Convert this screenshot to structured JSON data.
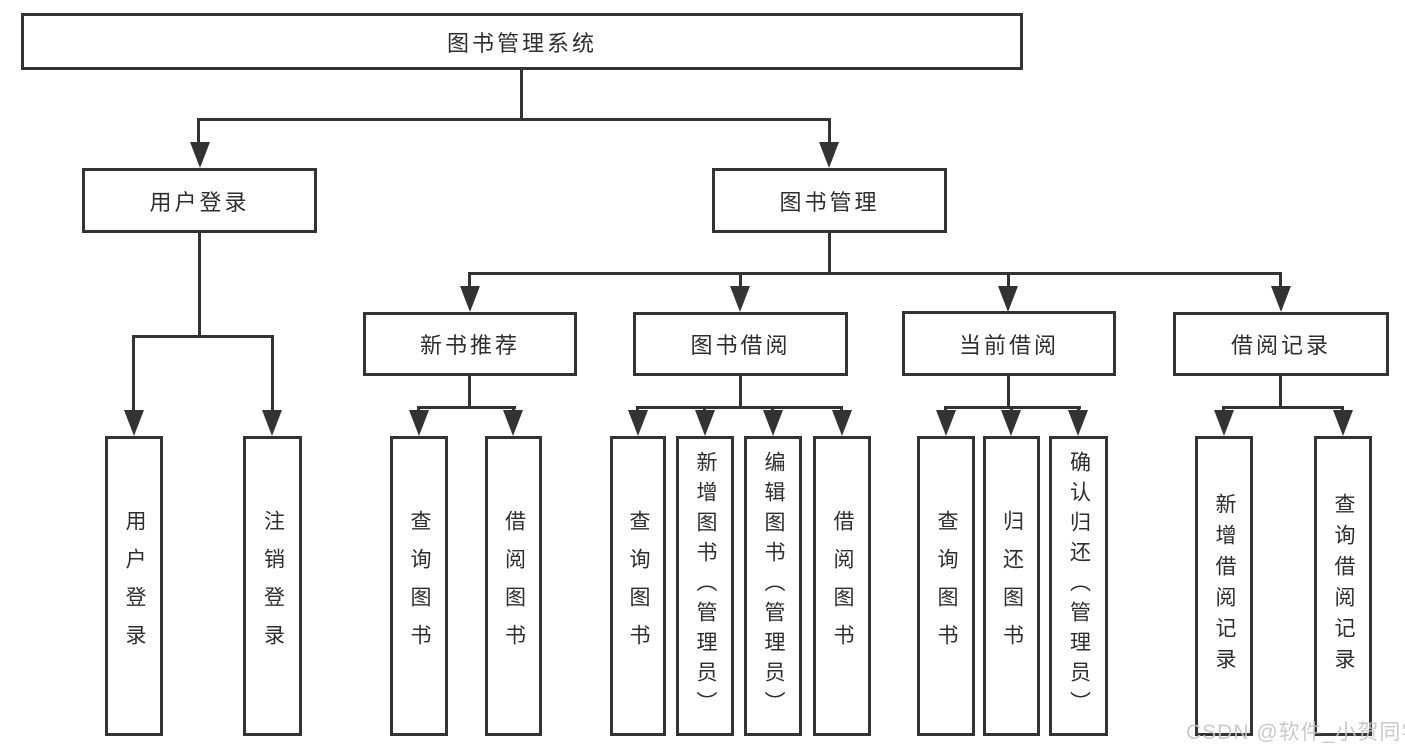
{
  "diagram": {
    "type": "hierarchy-diagram",
    "title": "图书管理系统",
    "watermark": "CSDN @软件_小贺同学",
    "colors": {
      "line": "#333333",
      "box_border": "#333333",
      "box_background": "#ffffff",
      "text": "#2e2e2e",
      "watermark": "#c5c5c5"
    },
    "nodes": {
      "root": "图书管理系统",
      "user_login": "用户登录",
      "book_mgmt": "图书管理",
      "login": "用户登录",
      "logout": "注销登录",
      "new_book_rec": "新书推荐",
      "book_borrow": "图书借阅",
      "current_borrow": "当前借阅",
      "borrow_records": "借阅记录",
      "nb_query": "查询图书",
      "nb_borrow": "借阅图书",
      "bb_query": "查询图书",
      "bb_add": "新增图书（管理员）",
      "bb_edit": "编辑图书（管理员）",
      "bb_borrow": "借阅图书",
      "cb_query": "查询图书",
      "cb_return": "归还图书",
      "cb_confirm": "确认归还（管理员）",
      "br_add": "新增借阅记录",
      "br_query": "查询借阅记录"
    },
    "structure": {
      "图书管理系统": {
        "用户登录": [
          "用户登录",
          "注销登录"
        ],
        "图书管理": {
          "新书推荐": [
            "查询图书",
            "借阅图书"
          ],
          "图书借阅": [
            "查询图书",
            "新增图书（管理员）",
            "编辑图书（管理员）",
            "借阅图书"
          ],
          "当前借阅": [
            "查询图书",
            "归还图书",
            "确认归还（管理员）"
          ],
          "借阅记录": [
            "新增借阅记录",
            "查询借阅记录"
          ]
        }
      }
    }
  }
}
